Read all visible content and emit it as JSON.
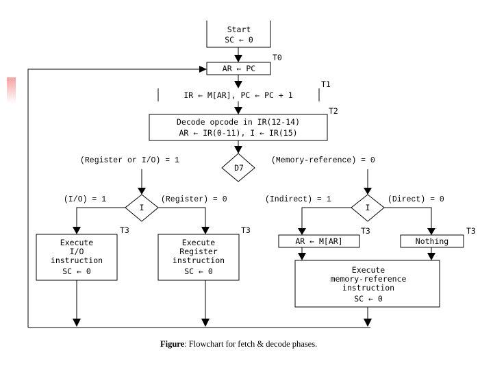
{
  "diagram": {
    "start_box": {
      "line1": "Start",
      "line2": "SC ← 0"
    },
    "t0_box": {
      "text": "AR ← PC",
      "timing": "T0"
    },
    "t1_step": {
      "text": "IR ← M[AR], PC ← PC + 1",
      "timing": "T1"
    },
    "t2_box": {
      "line1": "Decode opcode in IR(12-14)",
      "line2": "AR ← IR(0-11), I ← IR(15)",
      "timing": "T2"
    },
    "d7_decision": {
      "text": "D7",
      "left_label": "(Register or I/O) = 1",
      "right_label": "(Memory-reference) = 0"
    },
    "left_i_decision": {
      "text": "I",
      "left_label": "(I/O) = 1",
      "right_label": "(Register) = 0"
    },
    "right_i_decision": {
      "text": "I",
      "left_label": "(Indirect) = 1",
      "right_label": "(Direct) = 0"
    },
    "io_box": {
      "line1": "Execute",
      "line2": "I/O",
      "line3": "instruction",
      "line4": "SC ← 0",
      "timing": "T3"
    },
    "reg_box": {
      "line1": "Execute",
      "line2": "Register",
      "line3": "instruction",
      "line4": "SC ← 0",
      "timing": "T3"
    },
    "indirect_box": {
      "text": "AR ← M[AR]",
      "timing": "T3"
    },
    "nothing_box": {
      "text": "Nothing",
      "timing": "T3"
    },
    "memref_box": {
      "line1": "Execute",
      "line2": "memory-reference",
      "line3": "instruction",
      "line4": "SC ← 0"
    }
  },
  "caption": {
    "bold": "Figure",
    "text": ":  Flowchart for fetch & decode phases."
  },
  "decor": {
    "accent_color": "#f5a0a0"
  }
}
